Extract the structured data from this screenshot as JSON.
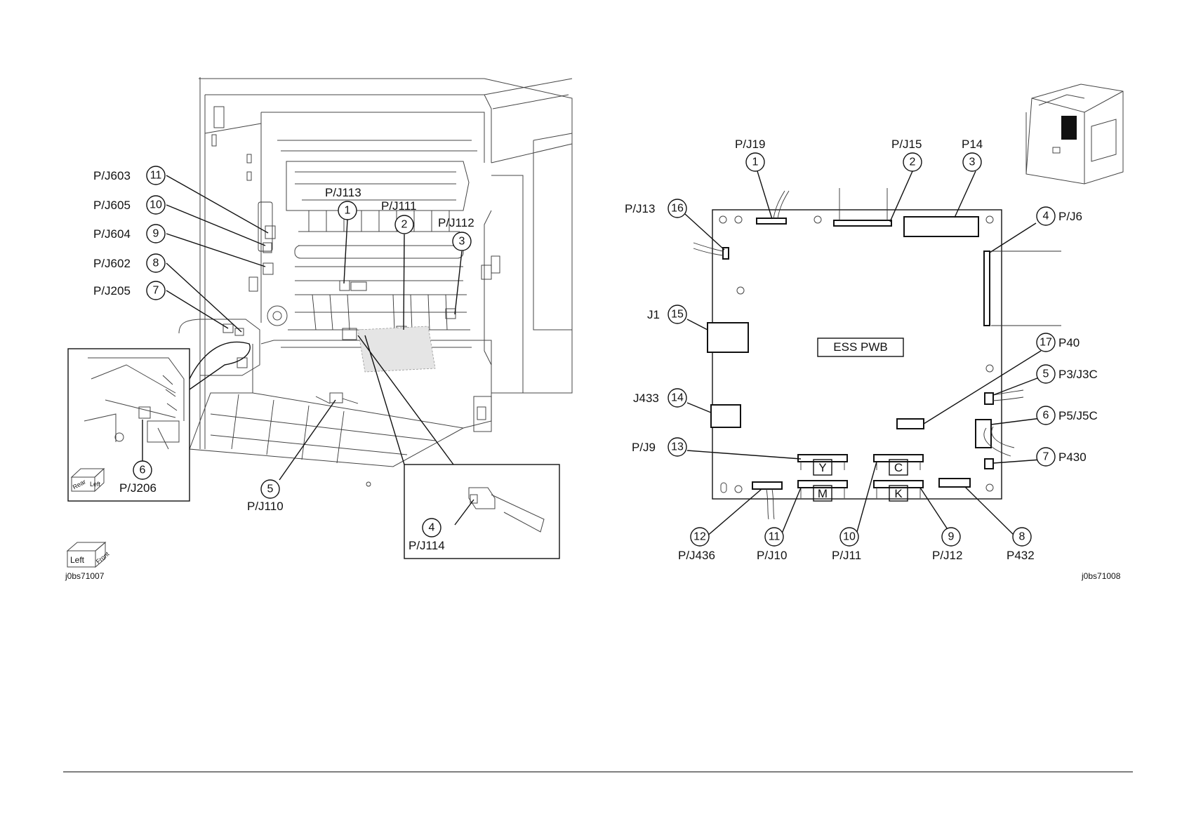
{
  "left_diagram": {
    "figure_id": "j0bs71007",
    "connectors": [
      {
        "num": "1",
        "label": "P/J113"
      },
      {
        "num": "2",
        "label": "P/J111"
      },
      {
        "num": "3",
        "label": "P/J112"
      },
      {
        "num": "4",
        "label": "P/J114"
      },
      {
        "num": "5",
        "label": "P/J110"
      },
      {
        "num": "6",
        "label": "P/J206"
      },
      {
        "num": "7",
        "label": "P/J205"
      },
      {
        "num": "8",
        "label": "P/J602"
      },
      {
        "num": "9",
        "label": "P/J604"
      },
      {
        "num": "10",
        "label": "P/J605"
      },
      {
        "num": "11",
        "label": "P/J603"
      }
    ],
    "orientation_cube": {
      "face_a": "Left",
      "face_b": "Front"
    },
    "inset_cube": {
      "face_a": "Rear",
      "face_b": "Left"
    }
  },
  "right_diagram": {
    "figure_id": "j0bs71008",
    "board_label": "ESS PWB",
    "connectors": [
      {
        "num": "1",
        "label": "P/J19"
      },
      {
        "num": "2",
        "label": "P/J15"
      },
      {
        "num": "3",
        "label": "P14"
      },
      {
        "num": "4",
        "label": "P/J6"
      },
      {
        "num": "5",
        "label": "P3/J3C"
      },
      {
        "num": "6",
        "label": "P5/J5C"
      },
      {
        "num": "7",
        "label": "P430"
      },
      {
        "num": "8",
        "label": "P432"
      },
      {
        "num": "9",
        "label": "P/J12"
      },
      {
        "num": "10",
        "label": "P/J11"
      },
      {
        "num": "11",
        "label": "P/J10"
      },
      {
        "num": "12",
        "label": "P/J436"
      },
      {
        "num": "13",
        "label": "P/J9"
      },
      {
        "num": "14",
        "label": "J433"
      },
      {
        "num": "15",
        "label": "J1"
      },
      {
        "num": "16",
        "label": "P/J13"
      },
      {
        "num": "17",
        "label": "P40"
      }
    ],
    "color_slots": [
      "Y",
      "C",
      "M",
      "K"
    ]
  }
}
